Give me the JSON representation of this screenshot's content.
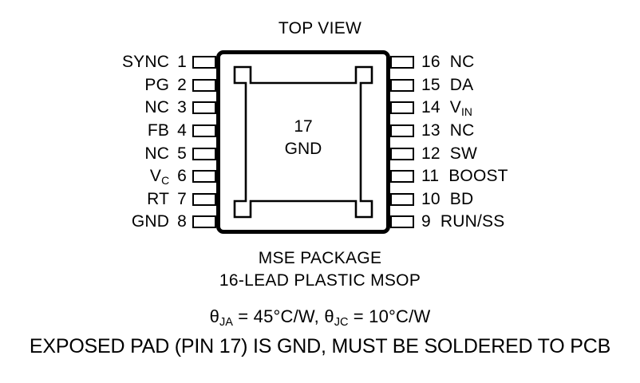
{
  "diagram": {
    "title": "TOP VIEW",
    "package_name": "MSE PACKAGE",
    "package_desc": "16-LEAD PLASTIC MSOP",
    "thermal_note": "θJA = 45°C/W, θJC = 10°C/W",
    "pad_note": "EXPOSED PAD (PIN 17) IS GND, MUST BE SOLDERED TO PCB",
    "exposed_pad": {
      "number": "17",
      "name": "GND"
    },
    "thermal": {
      "theta_symbol": "θ",
      "ja_subscript": "JA",
      "ja_value": " = 45°C/W, ",
      "jc_subscript": "JC",
      "jc_value": " = 10°C/W"
    },
    "pins_left": [
      {
        "num": "1",
        "name": "SYNC"
      },
      {
        "num": "2",
        "name": "PG"
      },
      {
        "num": "3",
        "name": "NC"
      },
      {
        "num": "4",
        "name": "FB"
      },
      {
        "num": "5",
        "name": "NC"
      },
      {
        "num": "6",
        "name": "V",
        "sub": "C"
      },
      {
        "num": "7",
        "name": "RT"
      },
      {
        "num": "8",
        "name": "GND"
      }
    ],
    "pins_right": [
      {
        "num": "16",
        "name": "NC"
      },
      {
        "num": "15",
        "name": "DA"
      },
      {
        "num": "14",
        "name": "V",
        "sub": "IN"
      },
      {
        "num": "13",
        "name": "NC"
      },
      {
        "num": "12",
        "name": "SW"
      },
      {
        "num": "11",
        "name": "BOOST"
      },
      {
        "num": "10",
        "name": "BD"
      },
      {
        "num": "9",
        "name": "RUN/SS"
      }
    ],
    "colors": {
      "ink": "#000000",
      "background": "#ffffff"
    }
  }
}
